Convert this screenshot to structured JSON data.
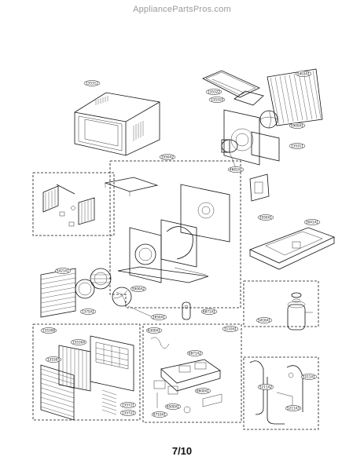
{
  "header": {
    "site": "AppliancePartsPros.com"
  },
  "footer": {
    "page": "7/10"
  },
  "labels": {
    "cabinet": "135312",
    "top_cover": "135322",
    "grille_top": "135310",
    "condenser": "5403A1",
    "fan_shroud": "135311",
    "fan": "5900A1",
    "motor": "4681A1",
    "motor_mount": "3550A1",
    "control_bracket": "5208A1",
    "base_pan": "3041A1",
    "middle_box": "3550A2",
    "left_box": "5403A2",
    "evaporator": "5421A1",
    "blower": "5900A2",
    "orifice": "1375A1",
    "capacitor": "2650A1",
    "thermostat": "6871A1",
    "compressor": "5416A1",
    "front_panel": "135308",
    "filter": "135304",
    "front_grille": "135305",
    "louver_a": "135721",
    "louver_b": "135722",
    "control_box": "6300A1",
    "pcb": "6871A2",
    "switch": "6600A1",
    "sensor": "6500A1",
    "remote": "6710A1",
    "wire": "4681A2",
    "cap_box": "3110A1",
    "tube_box": "5211A1",
    "tube_a": "5211A2",
    "tube_b": "5211A3"
  }
}
